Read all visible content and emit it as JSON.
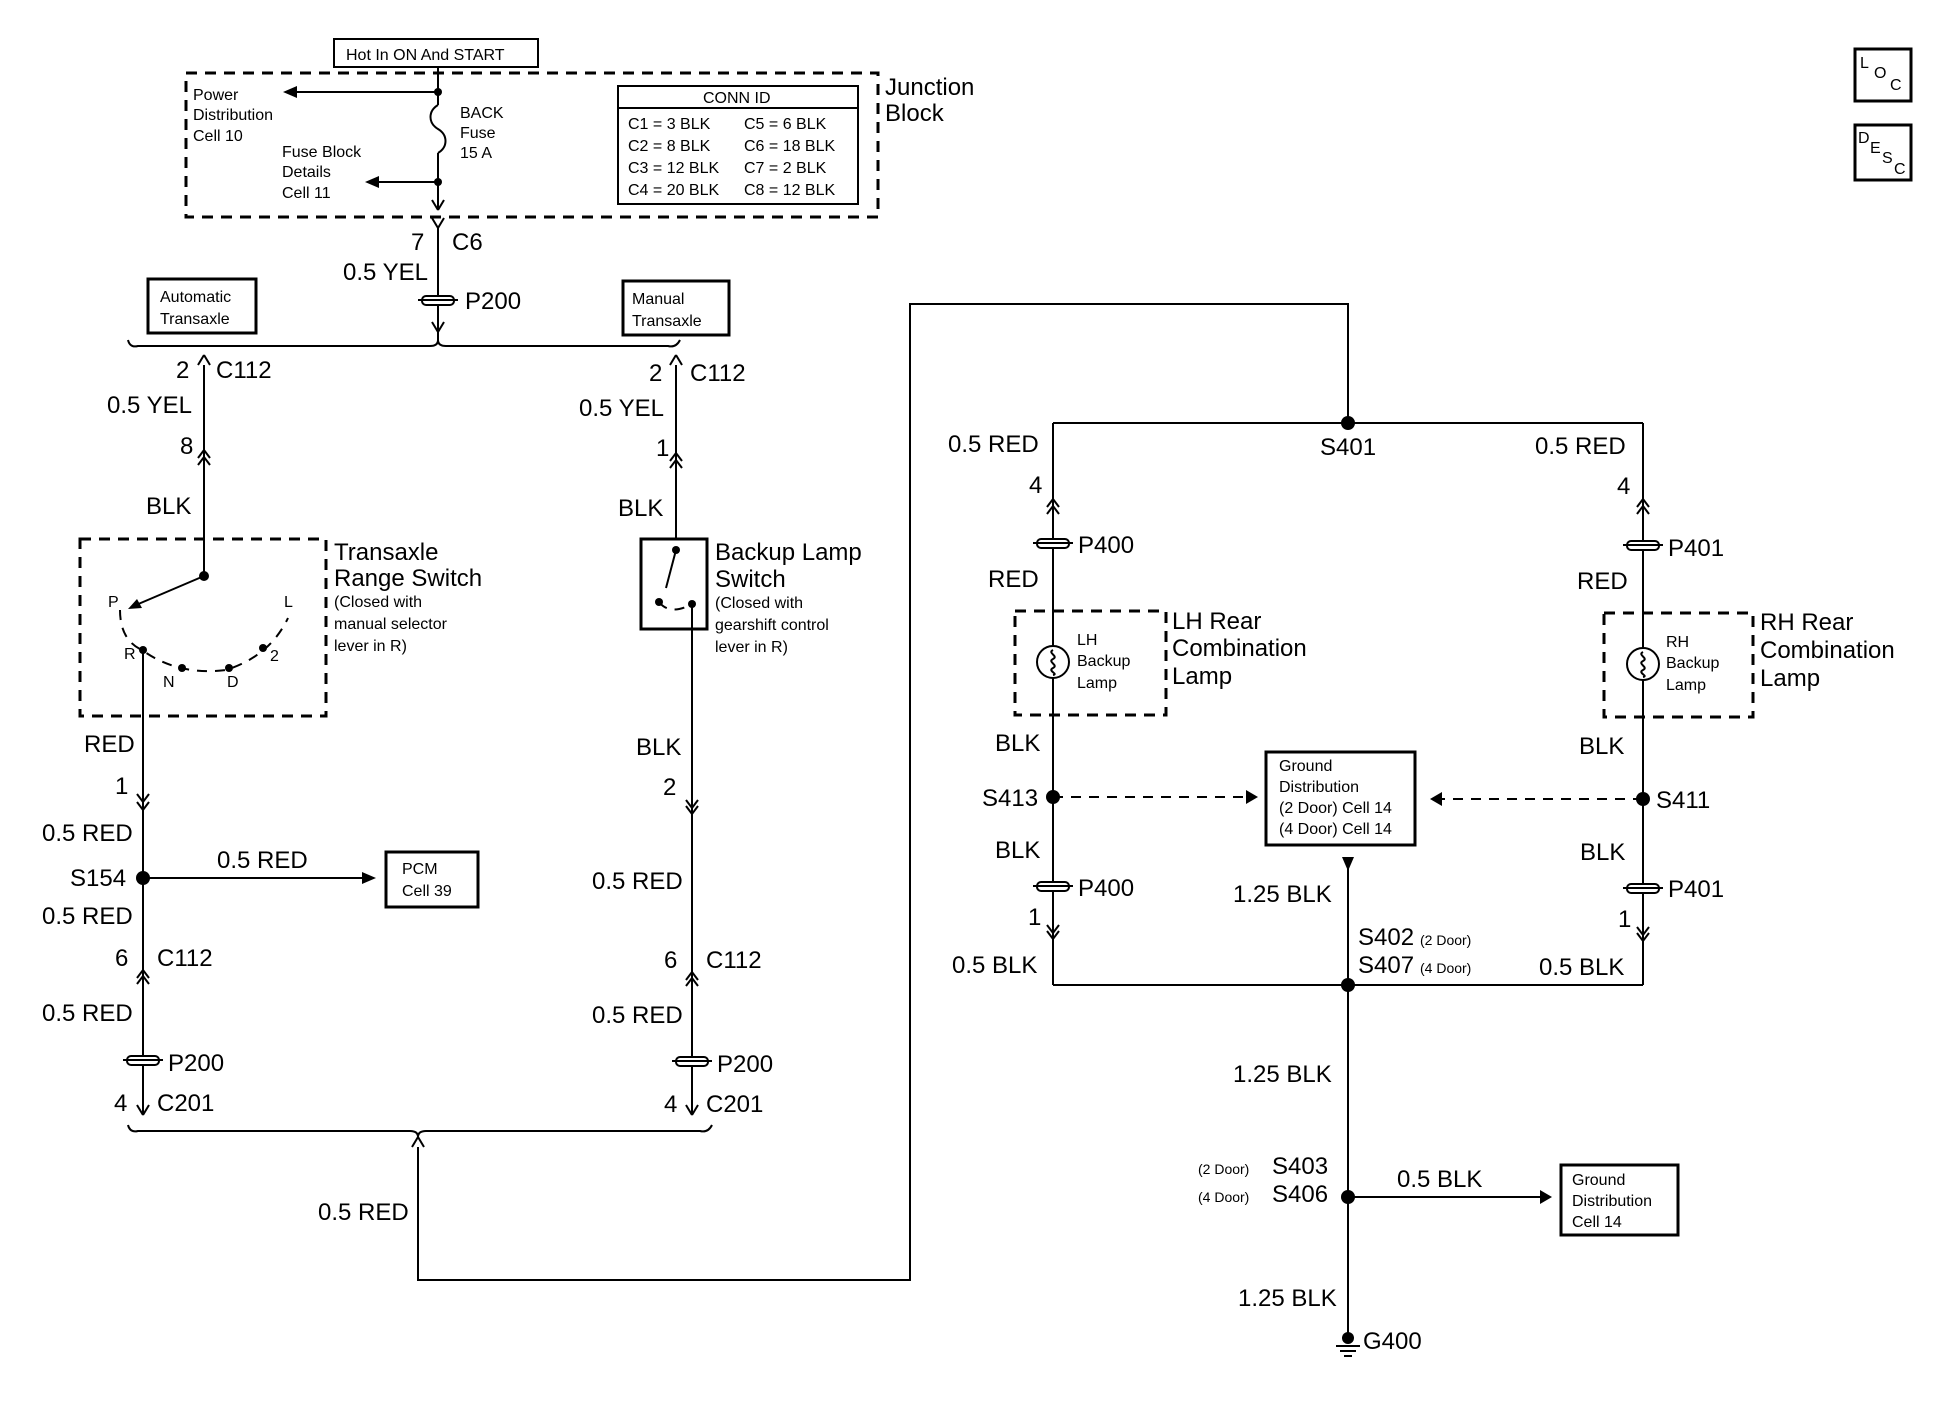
{
  "corner_buttons": {
    "loc": {
      "sup": "L",
      "sub": "C",
      "mid": "O"
    },
    "desc": {
      "sup": "D",
      "mid": "E",
      "sub": "S",
      "sub2": "C"
    }
  },
  "junction_block": {
    "hot_label": "Hot In ON And START",
    "title_1": "Junction",
    "title_2": "Block",
    "power_dist": [
      "Power",
      "Distribution",
      "Cell 10"
    ],
    "fuse_details": [
      "Fuse Block",
      "Details",
      "Cell 11"
    ],
    "fuse": [
      "BACK",
      "Fuse",
      "15 A"
    ],
    "conn_id": {
      "header": "CONN ID",
      "rows": [
        [
          "C1 = 3 BLK",
          "C5 = 6 BLK"
        ],
        [
          "C2 = 8 BLK",
          "C6 = 18 BLK"
        ],
        [
          "C3 = 12 BLK",
          "C7 = 2 BLK"
        ],
        [
          "C4 = 20 BLK",
          "C8 = 12 BLK"
        ]
      ]
    }
  },
  "labels": {
    "c6_pin": "7",
    "c6": "C6",
    "yel_main": "0.5 YEL",
    "p200_top": "P200",
    "auto_trans": [
      "Automatic",
      "Transaxle"
    ],
    "man_trans": [
      "Manual",
      "Transaxle"
    ],
    "left": {
      "c112_pin": "2",
      "c112": "C112",
      "yel": "0.5 YEL",
      "pin8": "8",
      "blk": "BLK",
      "switch_title": [
        "Transaxle",
        "Range Switch"
      ],
      "switch_note": [
        "(Closed with",
        "manual selector",
        "lever in R)"
      ],
      "pos_p": "P",
      "pos_r": "R",
      "pos_n": "N",
      "pos_d": "D",
      "pos_2": "2",
      "pos_l": "L",
      "red": "RED",
      "pin1": "1",
      "red05a": "0.5 RED",
      "s154": "S154",
      "red05b": "0.5 RED",
      "pcm": [
        "PCM",
        "Cell 39"
      ],
      "red05c": "0.5 RED",
      "pin6": "6",
      "c112b": "C112",
      "red05d": "0.5 RED",
      "p200": "P200",
      "pin4": "4",
      "c201": "C201"
    },
    "middle": {
      "c112_pin": "2",
      "c112": "C112",
      "yel": "0.5 YEL",
      "pin1": "1",
      "blk": "BLK",
      "switch_title": [
        "Backup Lamp",
        "Switch"
      ],
      "switch_note": [
        "(Closed with",
        "gearshift control",
        "lever in R)"
      ],
      "blk2": "BLK",
      "pin2": "2",
      "red05a": "0.5 RED",
      "pin6": "6",
      "c112b": "C112",
      "red05b": "0.5 RED",
      "p200": "P200",
      "pin4": "4",
      "c201": "C201"
    },
    "merged_red": "0.5 RED",
    "right": {
      "s401": "S401",
      "red_l": "0.5 RED",
      "red_r": "0.5 RED",
      "pin4_l": "4",
      "pin4_r": "4",
      "p400_top": "P400",
      "p401_top": "P401",
      "red_lamp_l": "RED",
      "red_lamp_r": "RED",
      "lh_lamp": [
        "LH",
        "Backup",
        "Lamp"
      ],
      "rh_lamp": [
        "RH",
        "Backup",
        "Lamp"
      ],
      "lh_title": [
        "LH Rear",
        "Combination",
        "Lamp"
      ],
      "rh_title": [
        "RH Rear",
        "Combination",
        "Lamp"
      ],
      "blk_l1": "BLK",
      "blk_r1": "BLK",
      "s413": "S413",
      "s411": "S411",
      "ground_dist": [
        "Ground",
        "Distribution",
        "(2 Door) Cell 14",
        "(4 Door) Cell 14"
      ],
      "blk_l2": "BLK",
      "blk_r2": "BLK",
      "p400_bot": "P400",
      "p401_bot": "P401",
      "pin1_l": "1",
      "pin1_r": "1",
      "blk125a": "1.25 BLK",
      "s402": "S402",
      "s402_note": "(2 Door)",
      "s407": "S407",
      "s407_note": "(4 Door)",
      "blk05_l": "0.5 BLK",
      "blk05_r": "0.5 BLK",
      "blk125b": "1.25 BLK",
      "s403_note": "(2 Door)",
      "s403": "S403",
      "s406_note": "(4 Door)",
      "s406": "S406",
      "blk05_g": "0.5 BLK",
      "ground_dist2": [
        "Ground",
        "Distribution",
        "Cell 14"
      ],
      "blk125c": "1.25 BLK",
      "g400": "G400"
    }
  }
}
